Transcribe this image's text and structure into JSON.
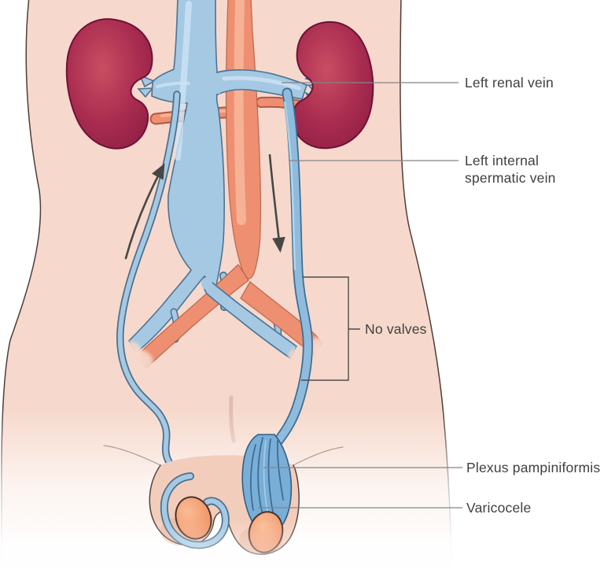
{
  "figure": {
    "labels": {
      "left_renal_vein": "Left renal vein",
      "left_internal_spermatic_vein_line1": "Left internal",
      "left_internal_spermatic_vein_line2": "spermatic vein",
      "no_valves": "No valves",
      "plexus_pampiniformis": "Plexus pampiniformis",
      "varicocele": "Varicocele"
    },
    "arrows": {
      "right_spermatic_vein_flow": "up",
      "left_spermatic_vein_flow": "down"
    },
    "colors": {
      "background": "#ffffff",
      "skin": "#f6d9cc",
      "skin_outline": "#4e3d39",
      "kidney_dark": "#8f1f44",
      "kidney_light": "#c94e62",
      "vein_blue": "#a5c9e3",
      "vein_outline": "#4c7394",
      "spermatic_vein_blue": "#8fbcdd",
      "plexus_blue": "#79aed6",
      "artery_salmon": "#ee8f72",
      "testis_orange": "#f2986d",
      "label_text": "#3f3f3f",
      "label_line": "#858585",
      "arrow": "#474747"
    }
  }
}
